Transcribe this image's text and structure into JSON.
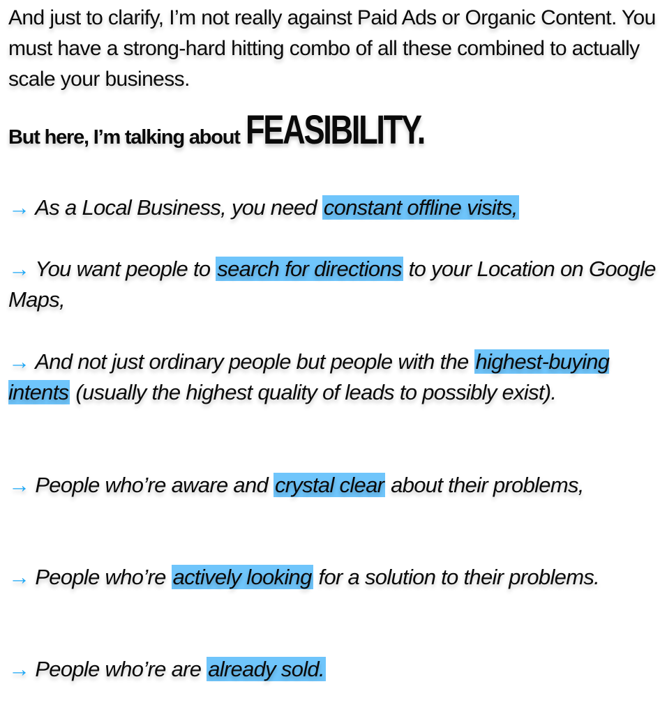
{
  "intro": {
    "text": "And just to clarify, I’m not really against Paid Ads or Organic Content. You must have a strong-hard hitting combo of all these combined to actually scale your business."
  },
  "headline": {
    "lead": "But here, I’m talking about",
    "emphasis": "FEASIBILITY."
  },
  "colors": {
    "highlight": "#6fc5fb",
    "arrow": "#1ea7f5",
    "text": "#0a0a0a"
  },
  "bullets": [
    {
      "icon": "→",
      "before": "As a Local Business, you need ",
      "highlight": "constant offline visits,",
      "after": ""
    },
    {
      "icon": "→",
      "before": "You want people to ",
      "highlight": "search for directions",
      "after": " to your Location on Google Maps,"
    },
    {
      "icon": "→",
      "before": "And not just ordinary people but people with the ",
      "highlight": "highest-buying intents",
      "after": " (usually the highest quality of leads to possibly exist)."
    },
    {
      "icon": "→",
      "before": "People who’re aware and ",
      "highlight": "crystal clear",
      "after": " about their problems,"
    },
    {
      "icon": "→",
      "before": "People who’re ",
      "highlight": "actively looking",
      "after": " for a solution to their problems."
    },
    {
      "icon": "→",
      "before": "People who’re are ",
      "highlight": "already sold.",
      "after": ""
    }
  ]
}
